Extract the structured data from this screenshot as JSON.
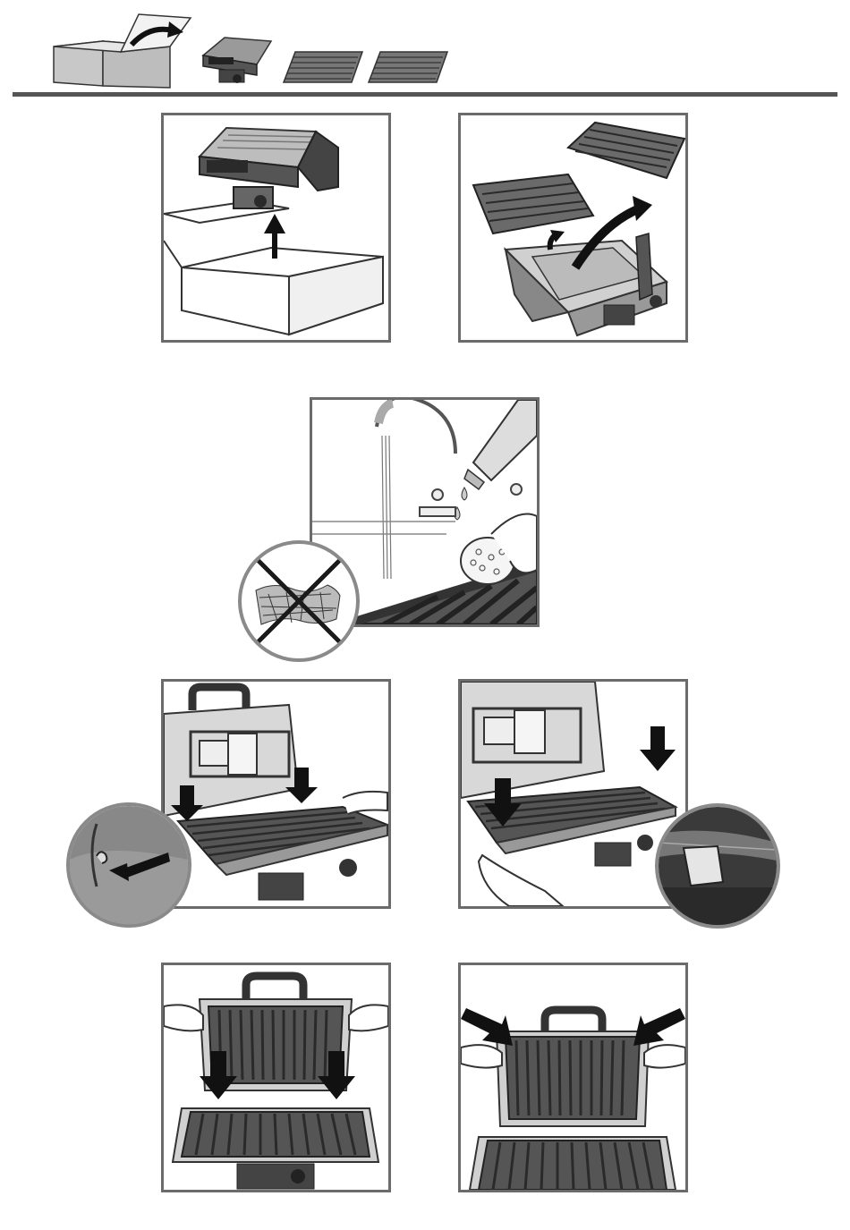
{
  "colors": {
    "frame": "#6b6b6b",
    "rule": "#555555",
    "metal": "#cfcfcf",
    "dark": "#3a3a3a",
    "plate": "#5a5a5a",
    "arrow": "#1a1a1a"
  },
  "header": {
    "icons": [
      "box-opening-icon",
      "grill-icon",
      "plate-icon",
      "plate-icon"
    ]
  },
  "figures": [
    {
      "id": "unpack",
      "icon": "unbox-grill-icon"
    },
    {
      "id": "remove-plates",
      "icon": "remove-plates-icon"
    },
    {
      "id": "wash-plate",
      "icon": "wash-plate-icon",
      "warning_icon": "no-scouring-pad-icon"
    },
    {
      "id": "insert-lower-plate",
      "icon": "insert-plate-icon",
      "detail_icon": "clip-detail-icon"
    },
    {
      "id": "lock-lower-plate",
      "icon": "press-plate-icon",
      "detail_icon": "latch-detail-icon"
    },
    {
      "id": "insert-upper-plate",
      "icon": "upper-plate-icon"
    },
    {
      "id": "lock-upper-plate",
      "icon": "lock-upper-plate-icon"
    }
  ]
}
